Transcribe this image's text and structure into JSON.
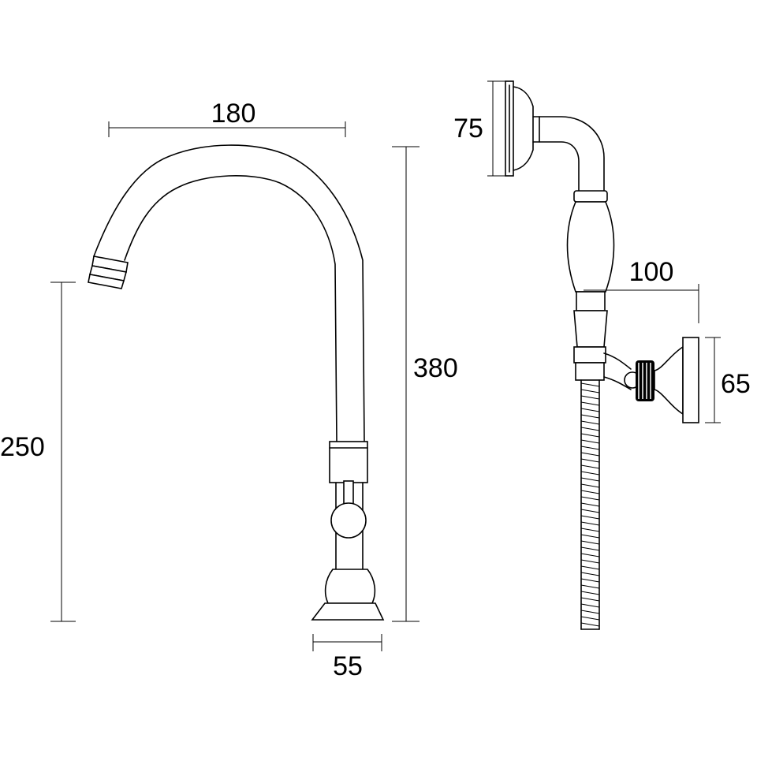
{
  "dimensions": {
    "spout_reach": "180",
    "outlet_height": "250",
    "total_height": "380",
    "base_width": "55",
    "handset_head": "75",
    "bracket_projection": "100",
    "bracket_height": "65"
  }
}
